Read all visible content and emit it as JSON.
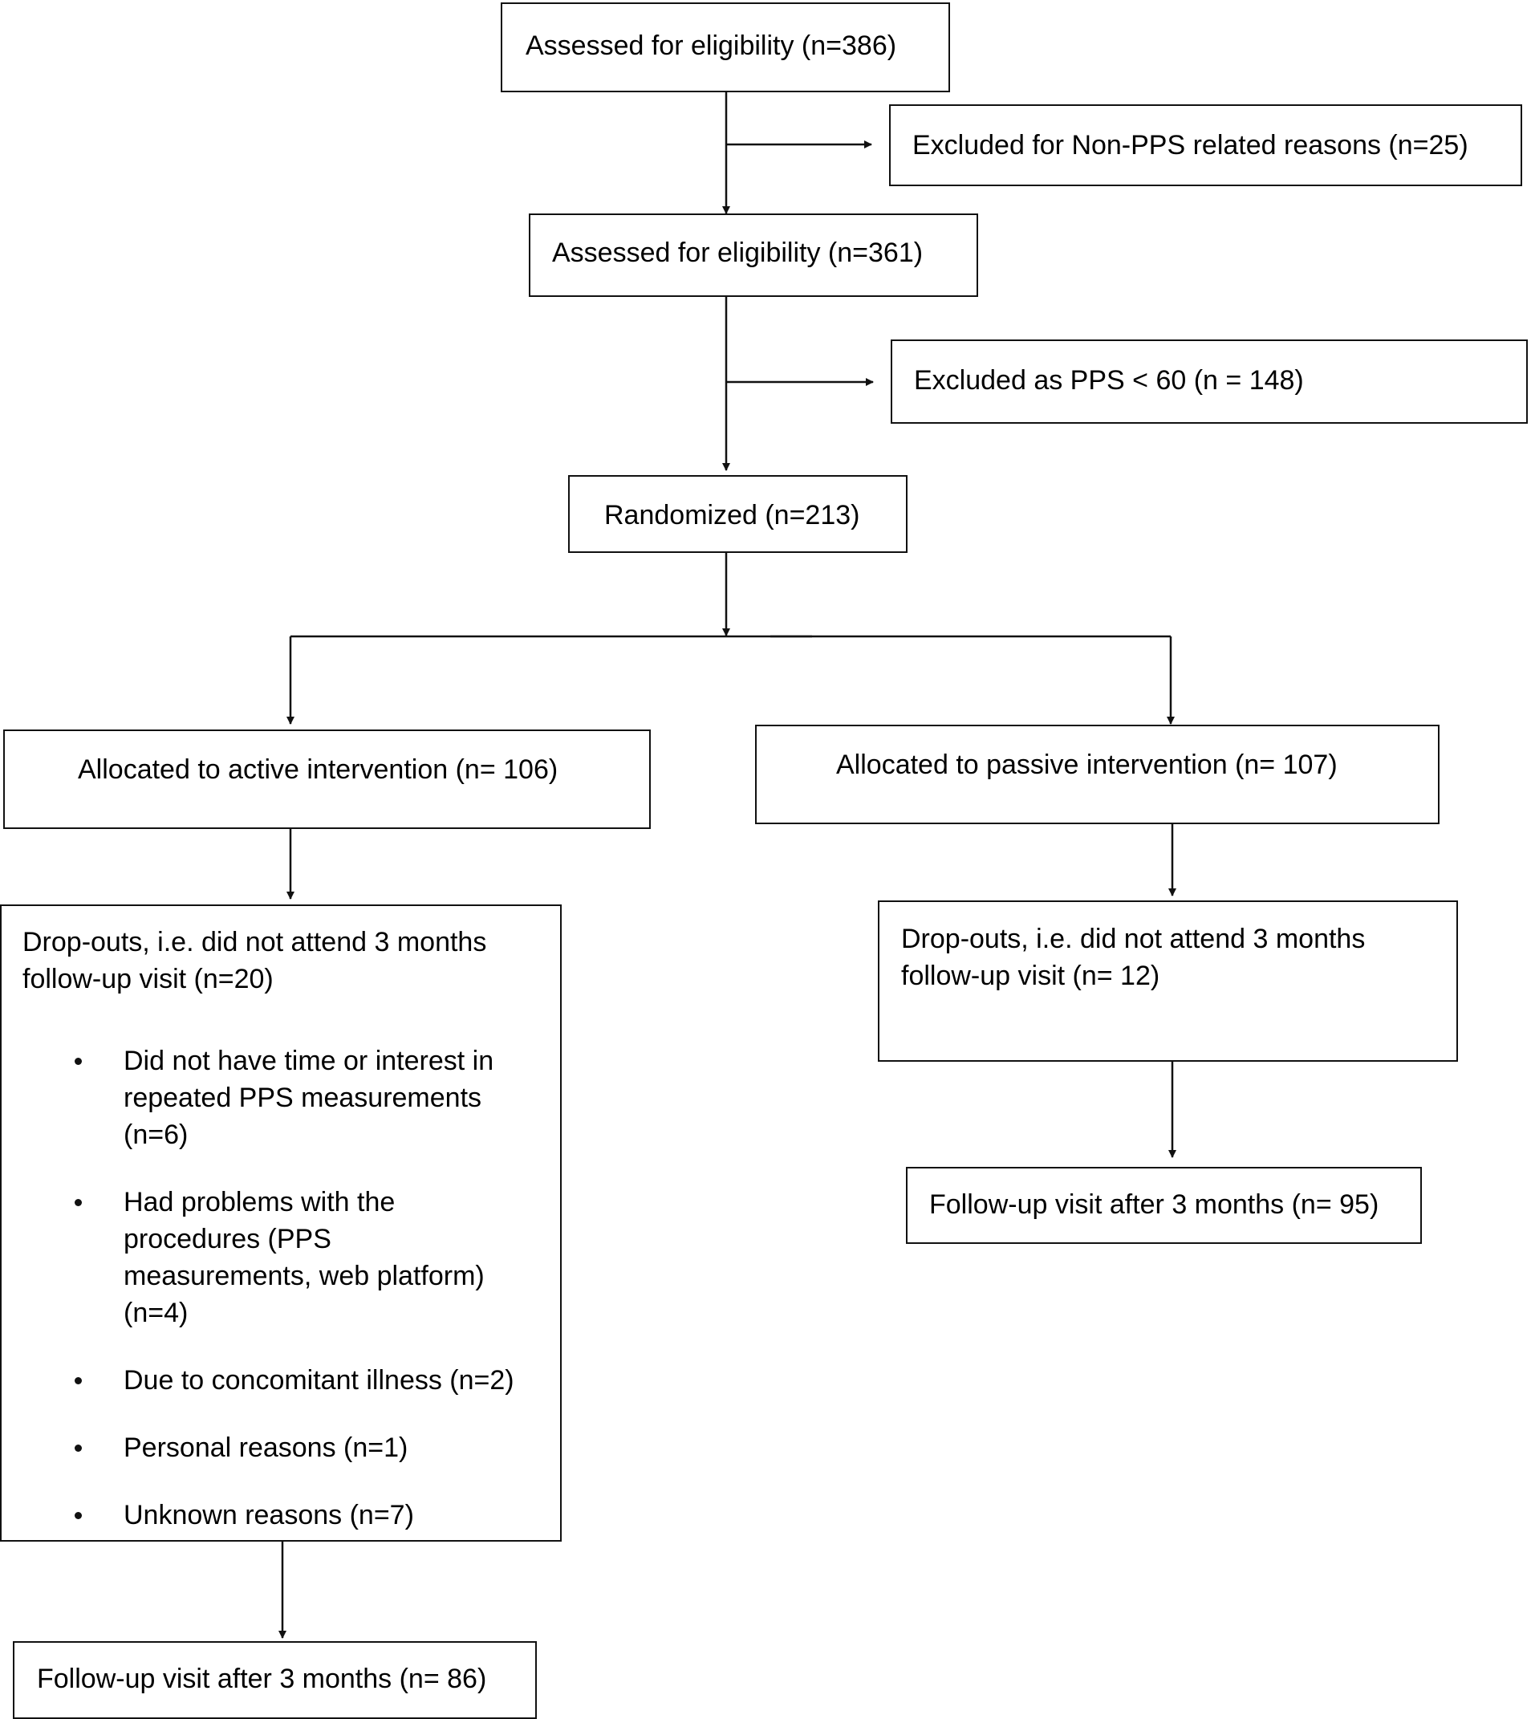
{
  "flow": {
    "assessed_1": "Assessed for eligibility (n=386)",
    "excluded_non_pps": "Excluded for Non-PPS related reasons (n=25)",
    "assessed_2": "Assessed for eligibility (n=361)",
    "excluded_pps": "Excluded as PPS < 60 (n = 148)",
    "randomized": "Randomized (n=213)",
    "active": {
      "allocated": "Allocated to active intervention (n= 106)",
      "dropouts_lines": [
        "Drop-outs, i.e. did not attend 3 months",
        "follow-up visit (n=20)"
      ],
      "reasons": [
        [
          "Did not have time or interest in",
          "repeated PPS measurements",
          "(n=6)"
        ],
        [
          "Had problems with the",
          "procedures (PPS",
          "measurements, web platform)",
          "(n=4)"
        ],
        [
          "Due to concomitant illness (n=2)"
        ],
        [
          "Personal reasons (n=1)"
        ],
        [
          "Unknown reasons (n=7)"
        ]
      ],
      "followup": "Follow-up visit after 3 months (n= 86)"
    },
    "passive": {
      "allocated": "Allocated to passive intervention (n= 107)",
      "dropouts_lines": [
        "Drop-outs, i.e. did not attend 3 months",
        "follow-up visit (n= 12)"
      ],
      "followup": "Follow-up visit after 3 months (n= 95)"
    }
  }
}
